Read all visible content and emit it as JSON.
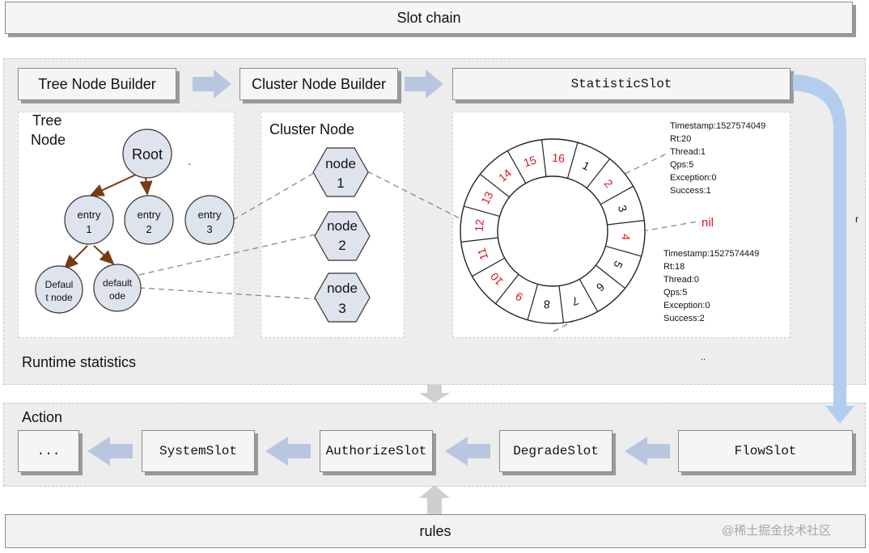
{
  "title": "Slot chain",
  "runtime_label": "Runtime statistics",
  "action_label": "Action",
  "rules_label": "rules",
  "watermark": "@稀土掘金技术社区",
  "builders": {
    "tree": "Tree Node Builder",
    "cluster": "Cluster Node Builder",
    "statistic": "StatisticSlot"
  },
  "tree_panel": {
    "title_line1": "Tree",
    "title_line2": "Node",
    "root": "Root",
    "entry1": [
      "entry",
      "1"
    ],
    "entry2": [
      "entry",
      "2"
    ],
    "entry3": [
      "entry",
      "3"
    ],
    "default1": [
      "Defaul",
      "t node"
    ],
    "default2": [
      "default",
      "ode"
    ]
  },
  "cluster_panel": {
    "title": "Cluster Node",
    "nodes": [
      [
        "node",
        "1"
      ],
      [
        "node",
        "2"
      ],
      [
        "node",
        "3"
      ]
    ]
  },
  "ring": {
    "segments": [
      "1",
      "2",
      "3",
      "4",
      "5",
      "6",
      "7",
      "8",
      "9",
      "10",
      "11",
      "12",
      "13",
      "14",
      "15",
      "16"
    ],
    "red_segments": [
      "2",
      "4",
      "9",
      "10",
      "11",
      "12",
      "13",
      "14",
      "15",
      "16"
    ],
    "nil_label": "nil",
    "stats_upper": [
      "Timestamp:1527574049",
      "Rt:20",
      "Thread:1",
      "Qps:5",
      "Exception:0",
      "Success:1"
    ],
    "stats_lower": [
      "Timestamp:1527574449",
      "Rt:18",
      "Thread:0",
      "Qps:5",
      "Exception:0",
      "Success:2"
    ],
    "ellipsis": "..",
    "dot": "."
  },
  "side_mark": "r",
  "slots": {
    "ellipsis": "...",
    "system": "SystemSlot",
    "authorize": "AuthorizeSlot",
    "degrade": "DegradeSlot",
    "flow": "FlowSlot"
  },
  "colors": {
    "arrow_blue": "#b8c7df",
    "big_arrow_blue": "#b3cdee",
    "tree_arrow": "#7a3a12",
    "red": "#e0141b",
    "gray_arrow": "#cfcfcf"
  }
}
